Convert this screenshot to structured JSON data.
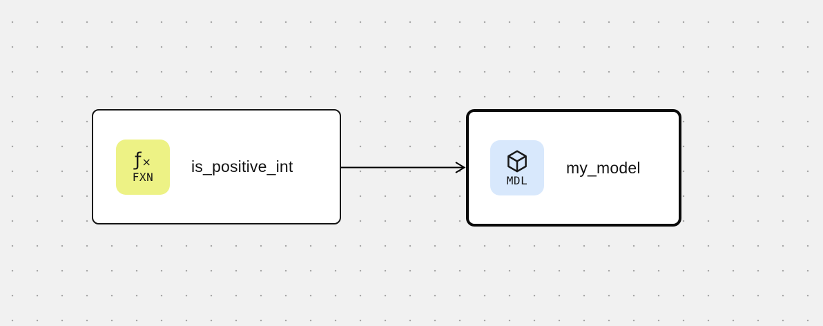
{
  "canvas": {
    "background_color": "#f1f1f1",
    "dot_color": "#a7a7a7"
  },
  "nodes": [
    {
      "id": "function-node",
      "label": "is_positive_int",
      "selected": false,
      "badge": {
        "icon": "function-icon",
        "icon_f": "ƒ",
        "icon_x": "×",
        "tag": "FXN",
        "color": "#edf285"
      }
    },
    {
      "id": "model-node",
      "label": "my_model",
      "selected": true,
      "badge": {
        "icon": "cube-icon",
        "tag": "MDL",
        "color": "#d8e8fc"
      }
    }
  ],
  "edges": [
    {
      "from": "is_positive_int",
      "to": "my_model",
      "color": "#000000"
    }
  ]
}
